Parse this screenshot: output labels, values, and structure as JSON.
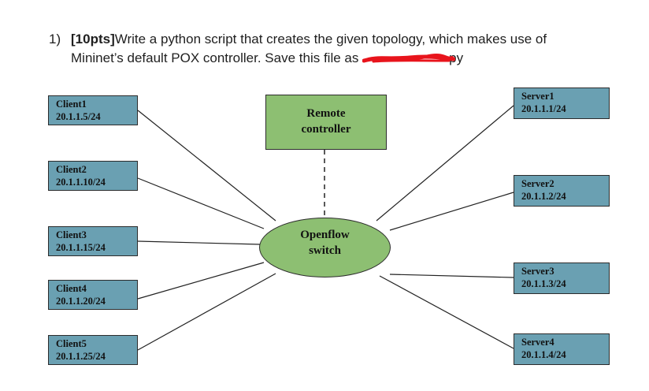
{
  "question": {
    "number": "1)",
    "points": "[10pts]",
    "line1_text": "Write a python script that creates the given topology, which makes use of",
    "line2_text": "Mininet’s default POX controller.  Save this file as",
    "file_ext": "py"
  },
  "diagram": {
    "controller": {
      "line1": "Remote",
      "line2": "controller"
    },
    "switch": {
      "line1": "Openflow",
      "line2": "switch"
    },
    "clients": [
      {
        "name": "Client1",
        "ip": "20.1.1.5/24"
      },
      {
        "name": "Client2",
        "ip": "20.1.1.10/24"
      },
      {
        "name": "Client3",
        "ip": "20.1.1.15/24"
      },
      {
        "name": "Client4",
        "ip": "20.1.1.20/24"
      },
      {
        "name": "Client5",
        "ip": "20.1.1.25/24"
      }
    ],
    "servers": [
      {
        "name": "Server1",
        "ip": "20.1.1.1/24"
      },
      {
        "name": "Server2",
        "ip": "20.1.1.2/24"
      },
      {
        "name": "Server3",
        "ip": "20.1.1.3/24"
      },
      {
        "name": "Server4",
        "ip": "20.1.1.4/24"
      }
    ],
    "colors": {
      "host_fill": "#6aa0b2",
      "switch_fill": "#8dbf72",
      "controller_fill": "#8dbf72",
      "redaction": "#e8141c"
    }
  }
}
